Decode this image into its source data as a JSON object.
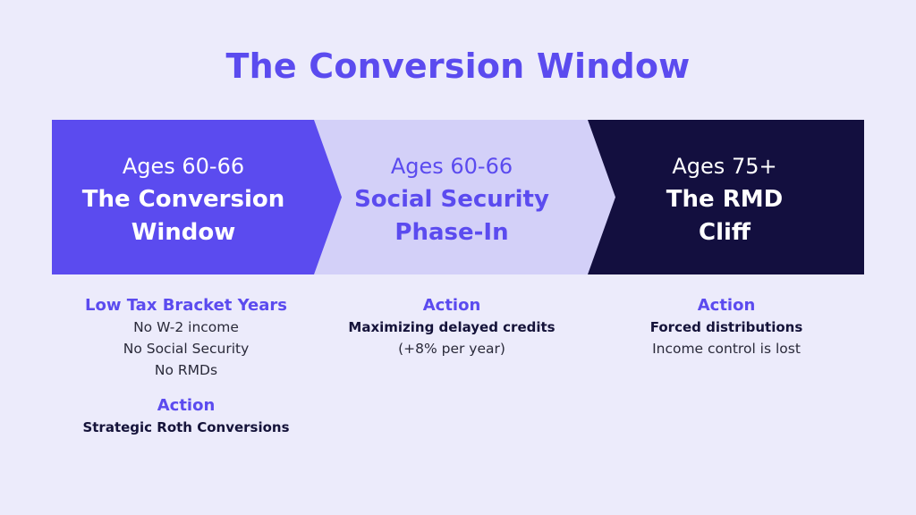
{
  "title": "The Conversion Window",
  "colors": {
    "background": "#ecebfb",
    "accent": "#5b4bef",
    "stage1_fill": "#5b4bef",
    "stage2_fill": "#d3d0f8",
    "stage3_fill": "#130f3f"
  },
  "stages": [
    {
      "range": "Ages 60-66",
      "name_line1": "The Conversion",
      "name_line2": "Window"
    },
    {
      "range": "Ages 60-66",
      "name_line1": "Social Security",
      "name_line2": "Phase-In"
    },
    {
      "range": "Ages 75+",
      "name_line1": "The RMD",
      "name_line2": "Cliff"
    }
  ],
  "details": [
    {
      "heading": "Low Tax Bracket Years",
      "items": [
        "No W-2 income",
        "No Social Security",
        "No RMDs"
      ],
      "action_heading": "Action",
      "action": "Strategic Roth Conversions"
    },
    {
      "heading": "Action",
      "bold_line": "Maximizing delayed credits",
      "plain_line": "(+8% per year)"
    },
    {
      "heading": "Action",
      "bold_line": "Forced distributions",
      "plain_line": "Income control is lost"
    }
  ]
}
